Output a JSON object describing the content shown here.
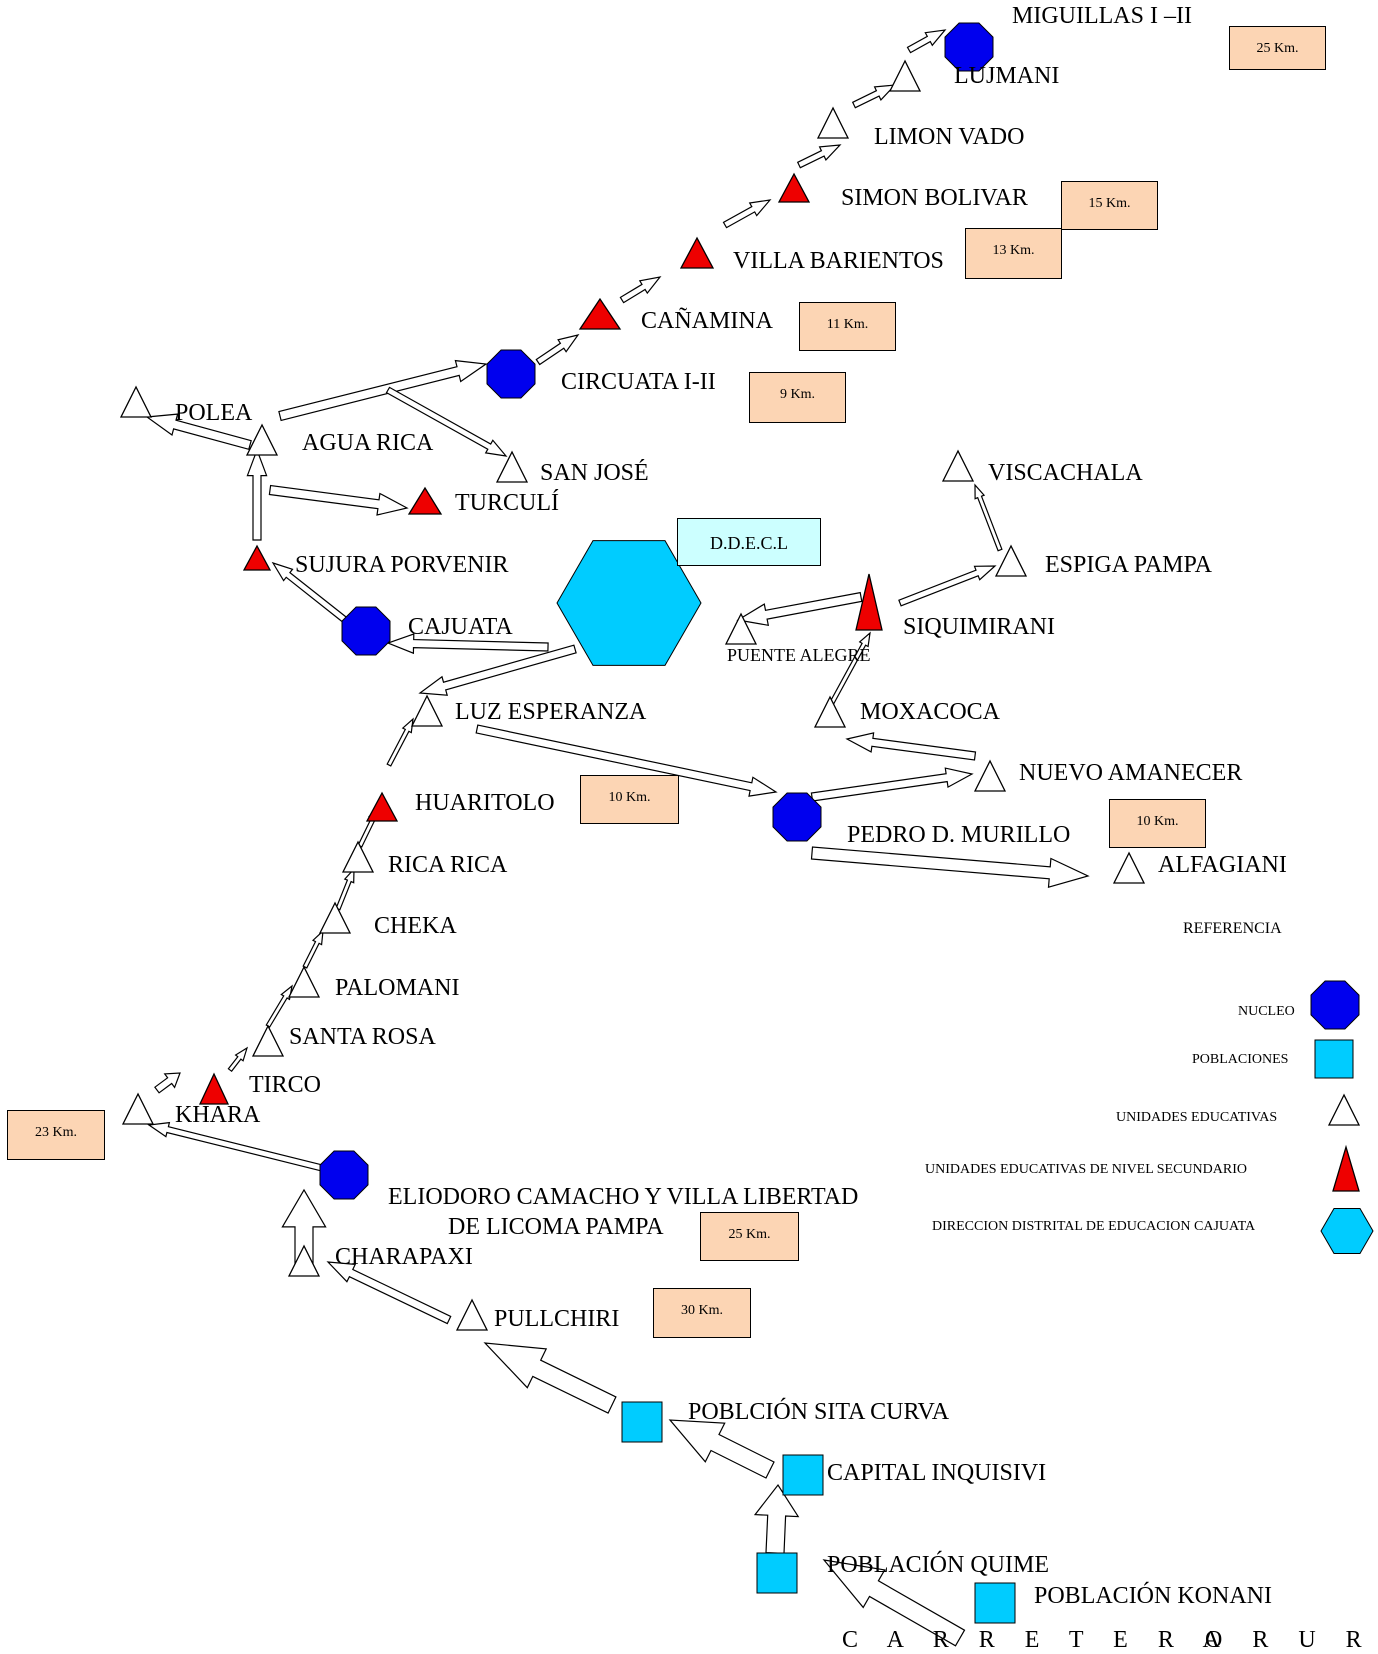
{
  "colors": {
    "nucleo": "#0000ee",
    "poblacion": "#00ccff",
    "secundario": "#ee0000",
    "unidad": "#ffffff",
    "direccion": "#00ccff",
    "km_box": "#fcd5b4",
    "ddecl_box": "#ccffff"
  },
  "places": {
    "miguillas": "MIGUILLAS  I –II",
    "lujmani": "LUJMANI",
    "limon_vado": "LIMON VADO",
    "simon_bolivar": "SIMON BOLIVAR",
    "villa_barientos": "VILLA BARIENTOS",
    "canamina": "CAÑAMINA",
    "circuata": "CIRCUATA  I-II",
    "polea": "POLEA",
    "agua_rica": "AGUA RICA",
    "san_jose": "SAN JOSÉ",
    "turculi": "TURCULÍ",
    "sujura_porvenir": "SUJURA PORVENIR",
    "cajuata": "CAJUATA",
    "viscachala": "VISCACHALA",
    "espiga_pampa": "ESPIGA PAMPA",
    "siquimirani": "SIQUIMIRANI",
    "puente_alegre": "PUENTE ALEGRE",
    "luz_esperanza": "LUZ ESPERANZA",
    "moxacoca": "MOXACOCA",
    "nuevo_amanecer": "NUEVO AMANECER",
    "huaritolo": "HUARITOLO",
    "pedro_murillo": "PEDRO D. MURILLO",
    "alfagiani": "ALFAGIANI",
    "rica_rica": "RICA RICA",
    "cheka": "CHEKA",
    "palomani": "PALOMANI",
    "santa_rosa": "SANTA ROSA",
    "tirco": "TIRCO",
    "khara": "KHARA",
    "eliodoro": "ELIODORO CAMACHO Y VILLA LIBERTAD",
    "licoma": "DE LICOMA PAMPA",
    "charapaxi": "CHARAPAXI",
    "pullchiri": "PULLCHIRI",
    "sita_curva": "POBLCIÓN  SITA CURVA",
    "capital_inquisivi": "CAPITAL INQUISIVI",
    "quime": "POBLACIÓN QUIME",
    "konani": "POBLACIÓN  KONANI",
    "carretera": "C A R R E T E R A",
    "oruro": "O R U R O"
  },
  "distances": {
    "miguillas": "25 Km.",
    "simon_bolivar": "15 Km.",
    "villa_barientos": "13 Km.",
    "canamina": "11 Km.",
    "circuata": "9 Km.",
    "huaritolo": "10 Km.",
    "pedro_murillo": "10 Km.",
    "khara": "23 Km.",
    "licoma": "25 Km.",
    "pullchiri": "30 Km."
  },
  "ddecl": "D.D.E.C.L",
  "legend": {
    "title": "REFERENCIA",
    "nucleo": "NUCLEO",
    "poblaciones": "POBLACIONES",
    "unidades": "UNIDADES EDUCATIVAS",
    "secundario": "UNIDADES EDUCATIVAS  DE  NIVEL SECUNDARIO",
    "direccion": "DIRECCION DISTRITAL DE EDUCACION CAJUATA"
  }
}
